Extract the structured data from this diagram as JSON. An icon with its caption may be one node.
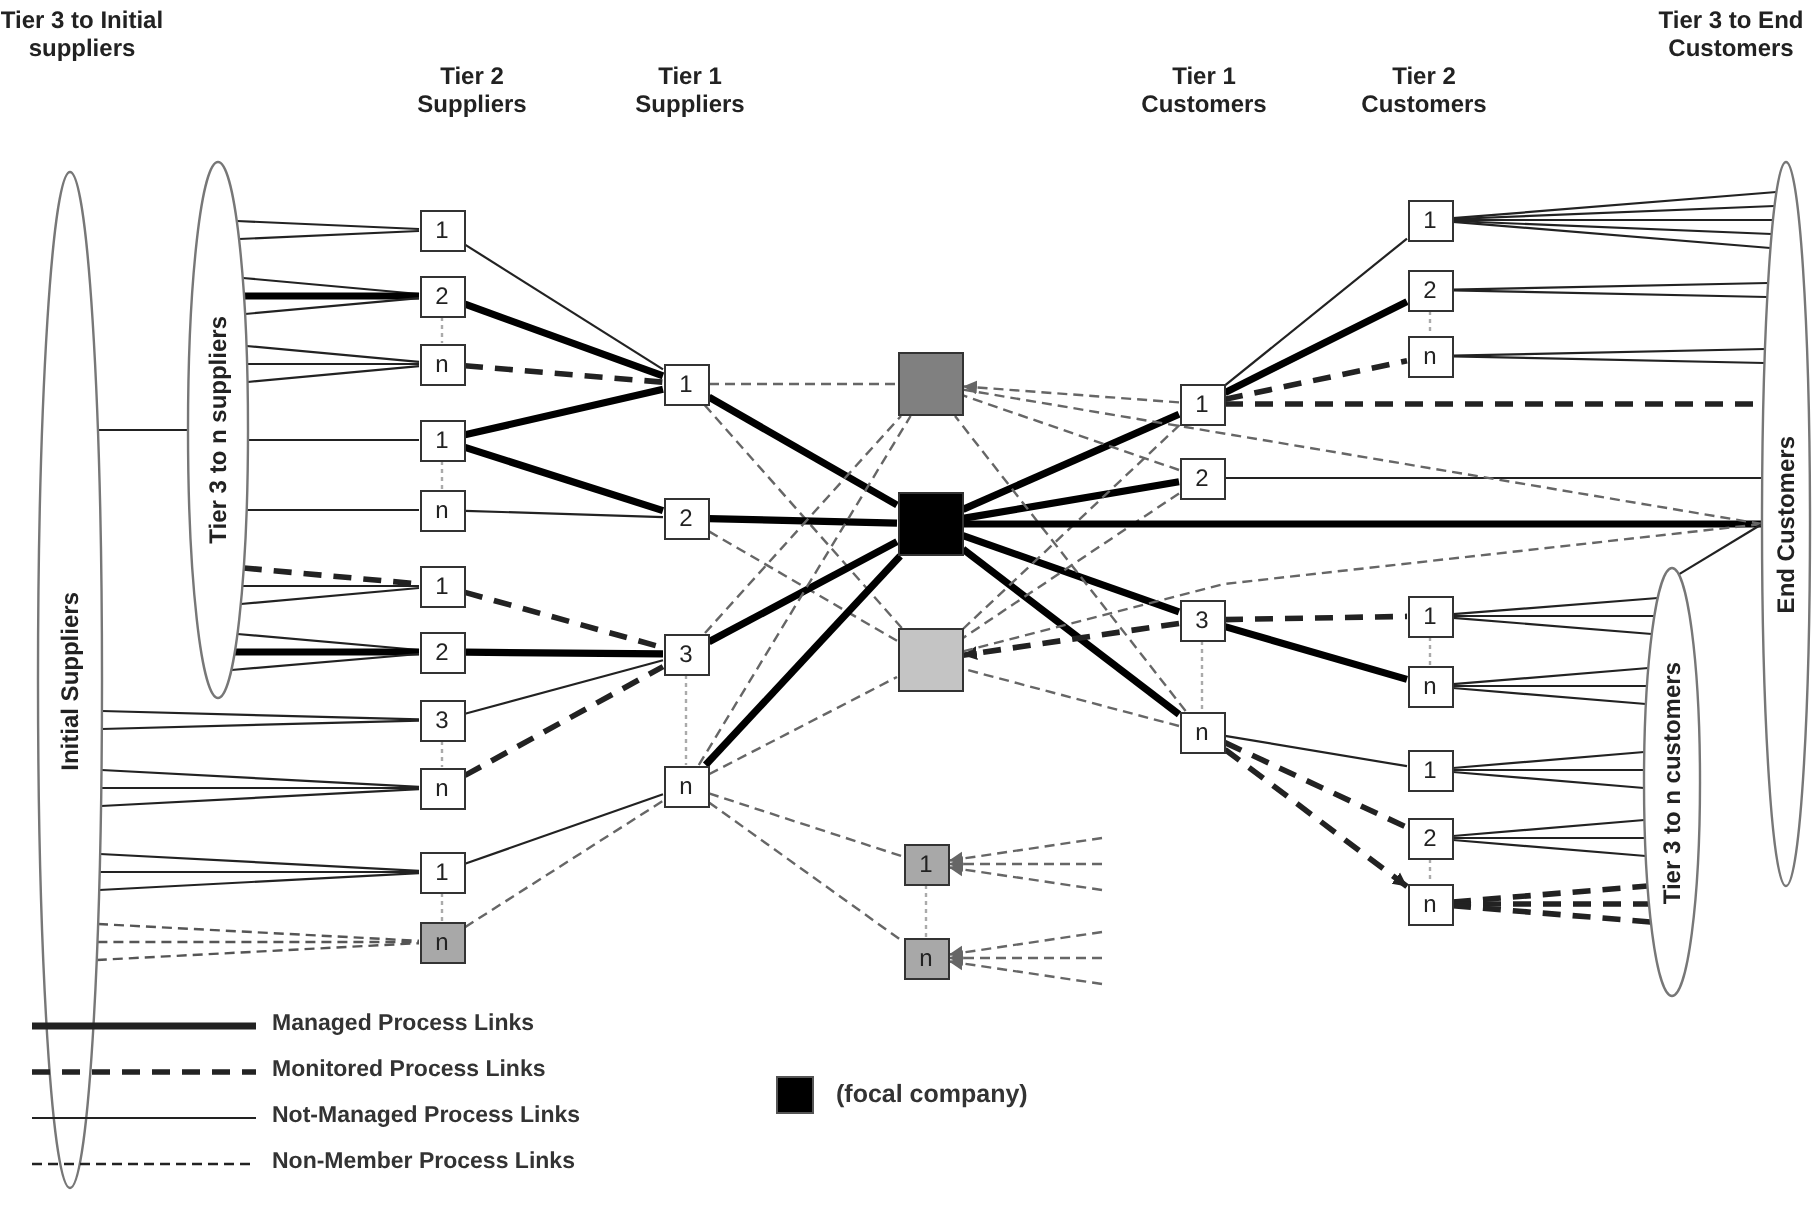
{
  "diagram": {
    "nodes": [
      {
        "text": [
          "Initial Suppliers"
        ]
      },
      {
        "text": [
          "Tier 3 to n suppliers"
        ]
      },
      {
        "text": [
          "1"
        ]
      },
      {
        "text": [
          "2"
        ]
      },
      {
        "text": [
          "n"
        ]
      },
      {
        "text": [
          "1"
        ]
      },
      {
        "text": [
          "n"
        ]
      },
      {
        "text": [
          "1"
        ]
      },
      {
        "text": [
          "2"
        ]
      },
      {
        "text": [
          "3"
        ]
      },
      {
        "text": [
          "n"
        ]
      },
      {
        "text": [
          "1"
        ]
      },
      {
        "text": [
          "n"
        ]
      },
      {
        "text": [
          "1"
        ]
      },
      {
        "text": [
          "2"
        ]
      },
      {
        "text": [
          "3"
        ]
      },
      {
        "text": [
          "n"
        ]
      },
      {
        "text": [],
        "shape": "box"
      },
      {
        "text": [],
        "shape": "box"
      },
      {
        "text": [],
        "shape": "box"
      },
      {
        "text": [
          "1"
        ]
      },
      {
        "text": [
          "2"
        ]
      },
      {
        "text": [
          "3"
        ]
      },
      {
        "text": [
          "n"
        ]
      },
      {
        "text": [
          "1"
        ]
      },
      {
        "text": [
          "2"
        ]
      },
      {
        "text": [
          "n"
        ]
      },
      {
        "text": [
          "1"
        ]
      },
      {
        "text": [
          "n"
        ]
      },
      {
        "text": [
          "1"
        ]
      },
      {
        "text": [
          "2"
        ]
      },
      {
        "text": [
          "n"
        ]
      },
      {
        "text": [
          "Tier 3 to n customers"
        ]
      },
      {
        "text": [
          "End Customers"
        ]
      },
      {
        "text": [
          "1"
        ]
      },
      {
        "text": [
          "n"
        ]
      }
    ],
    "edges": [
      {
        "from": 1,
        "to": 2,
        "arrow": "none"
      },
      {
        "from": 1,
        "to": 2,
        "arrow": "none"
      },
      {
        "from": 1,
        "to": 3,
        "arrow": "none"
      },
      {
        "from": 1,
        "to": 3,
        "arrow": "none",
        "style": "thick"
      },
      {
        "from": 1,
        "to": 3,
        "arrow": "none"
      },
      {
        "from": 1,
        "to": 4,
        "arrow": "none"
      },
      {
        "from": 1,
        "to": 4,
        "arrow": "none"
      },
      {
        "from": 1,
        "to": 4,
        "arrow": "none"
      },
      {
        "from": 1,
        "to": 5,
        "arrow": "none"
      },
      {
        "from": 1,
        "to": 6,
        "arrow": "none"
      },
      {
        "from": 1,
        "to": 7,
        "arrow": "none",
        "style": "dashed"
      },
      {
        "from": 1,
        "to": 7,
        "arrow": "none"
      },
      {
        "from": 1,
        "to": 7,
        "arrow": "none"
      },
      {
        "from": 1,
        "to": 8,
        "arrow": "none"
      },
      {
        "from": 1,
        "to": 8,
        "arrow": "none",
        "style": "thick"
      },
      {
        "from": 1,
        "to": 8,
        "arrow": "none"
      },
      {
        "from": 0,
        "to": 9,
        "arrow": "none"
      },
      {
        "from": 0,
        "to": 9,
        "arrow": "none"
      },
      {
        "from": 0,
        "to": 10,
        "arrow": "none"
      },
      {
        "from": 0,
        "to": 10,
        "arrow": "none"
      },
      {
        "from": 0,
        "to": 10,
        "arrow": "none"
      },
      {
        "from": 0,
        "to": 11,
        "arrow": "none"
      },
      {
        "from": 0,
        "to": 11,
        "arrow": "none"
      },
      {
        "from": 0,
        "to": 11,
        "arrow": "none"
      },
      {
        "from": 0,
        "to": 12,
        "arrow": "none",
        "style": "dashed",
        "color": "#555555"
      },
      {
        "from": 0,
        "to": 12,
        "arrow": "none",
        "style": "dashed",
        "color": "#555555"
      },
      {
        "from": 0,
        "to": 12,
        "arrow": "none",
        "style": "dashed",
        "color": "#555555"
      },
      {
        "from": 0,
        "to": 1,
        "arrow": "none"
      },
      {
        "from": 3,
        "to": 4,
        "arrow": "none",
        "style": "dashed",
        "color": "#aaaaaa"
      },
      {
        "from": 5,
        "to": 6,
        "arrow": "none",
        "style": "dashed",
        "color": "#aaaaaa"
      },
      {
        "from": 9,
        "to": 10,
        "arrow": "none",
        "style": "dashed",
        "color": "#aaaaaa"
      },
      {
        "from": 11,
        "to": 12,
        "arrow": "none",
        "style": "dashed",
        "color": "#aaaaaa"
      },
      {
        "from": 2,
        "to": 13,
        "arrow": "none"
      },
      {
        "from": 3,
        "to": 13,
        "arrow": "none",
        "style": "thick"
      },
      {
        "from": 4,
        "to": 13,
        "arrow": "none",
        "style": "dashed"
      },
      {
        "from": 5,
        "to": 13,
        "arrow": "none",
        "style": "thick"
      },
      {
        "from": 5,
        "to": 14,
        "arrow": "none",
        "style": "thick"
      },
      {
        "from": 6,
        "to": 14,
        "arrow": "none"
      },
      {
        "from": 7,
        "to": 15,
        "arrow": "none",
        "style": "dashed"
      },
      {
        "from": 8,
        "to": 15,
        "arrow": "none",
        "style": "thick"
      },
      {
        "from": 9,
        "to": 15,
        "arrow": "none"
      },
      {
        "from": 10,
        "to": 15,
        "arrow": "none",
        "style": "dashed"
      },
      {
        "from": 11,
        "to": 16,
        "arrow": "none"
      },
      {
        "from": 12,
        "to": 16,
        "arrow": "none",
        "style": "dashed",
        "color": "#666666"
      },
      {
        "from": 15,
        "to": 16,
        "arrow": "none",
        "style": "dashed",
        "color": "#aaaaaa"
      },
      {
        "from": 13,
        "to": 17,
        "arrow": "none",
        "style": "dashed",
        "color": "#666666"
      },
      {
        "from": 13,
        "to": 18,
        "arrow": "none",
        "style": "thick"
      },
      {
        "from": 13,
        "to": 19,
        "arrow": "none",
        "style": "dashed",
        "color": "#666666"
      },
      {
        "from": 14,
        "to": 18,
        "arrow": "none",
        "style": "thick"
      },
      {
        "from": 14,
        "to": 19,
        "arrow": "none",
        "style": "dashed",
        "color": "#666666"
      },
      {
        "from": 15,
        "to": 17,
        "arrow": "none",
        "style": "dashed",
        "color": "#666666"
      },
      {
        "from": 15,
        "to": 18,
        "arrow": "none",
        "style": "thick"
      },
      {
        "from": 16,
        "to": 17,
        "arrow": "none",
        "style": "dashed",
        "color": "#666666"
      },
      {
        "from": 16,
        "to": 18,
        "arrow": "none",
        "style": "thick"
      },
      {
        "from": 16,
        "to": 19,
        "arrow": "none",
        "style": "dashed",
        "color": "#666666"
      },
      {
        "from": 16,
        "to": 34,
        "arrow": "none",
        "style": "dashed",
        "color": "#666666"
      },
      {
        "from": 16,
        "to": 35,
        "arrow": "none",
        "style": "dashed",
        "color": "#666666"
      },
      {
        "from": 34,
        "to": 35,
        "arrow": "none",
        "style": "dashed",
        "color": "#aaaaaa"
      },
      {
        "from": null,
        "to": 34,
        "arrow": "to",
        "style": "dashed",
        "color": "#666666"
      },
      {
        "from": null,
        "to": 34,
        "arrow": "to",
        "style": "dashed",
        "color": "#666666"
      },
      {
        "from": null,
        "to": 34,
        "arrow": "to",
        "style": "dashed",
        "color": "#666666"
      },
      {
        "from": null,
        "to": 35,
        "arrow": "to",
        "style": "dashed",
        "color": "#666666"
      },
      {
        "from": null,
        "to": 35,
        "arrow": "to",
        "style": "dashed",
        "color": "#666666"
      },
      {
        "from": null,
        "to": 35,
        "arrow": "to",
        "style": "dashed",
        "color": "#666666"
      },
      {
        "from": 18,
        "to": 20,
        "arrow": "none",
        "style": "thick"
      },
      {
        "from": 18,
        "to": 21,
        "arrow": "none",
        "style": "thick"
      },
      {
        "from": 18,
        "to": 22,
        "arrow": "none",
        "style": "thick"
      },
      {
        "from": 18,
        "to": 23,
        "arrow": "none",
        "style": "thick"
      },
      {
        "from": 20,
        "to": 17,
        "arrow": "to",
        "style": "dashed",
        "color": "#666666"
      },
      {
        "from": 21,
        "to": 17,
        "arrow": "none",
        "style": "dashed",
        "color": "#666666"
      },
      {
        "from": 23,
        "to": 17,
        "arrow": "none",
        "style": "dashed",
        "color": "#666666"
      },
      {
        "from": 20,
        "to": 19,
        "arrow": "none",
        "style": "dashed",
        "color": "#666666"
      },
      {
        "from": 21,
        "to": 19,
        "arrow": "none",
        "style": "dashed",
        "color": "#666666"
      },
      {
        "from": 22,
        "to": 19,
        "arrow": "to",
        "style": "dashed"
      },
      {
        "from": 23,
        "to": 19,
        "arrow": "none",
        "style": "dashed",
        "color": "#666666"
      },
      {
        "from": 22,
        "to": 23,
        "arrow": "none",
        "style": "dashed",
        "color": "#aaaaaa"
      },
      {
        "from": 20,
        "to": 24,
        "arrow": "none"
      },
      {
        "from": 20,
        "to": 25,
        "arrow": "none",
        "style": "thick"
      },
      {
        "from": 20,
        "to": 26,
        "arrow": "none",
        "style": "dashed"
      },
      {
        "from": 22,
        "to": 27,
        "arrow": "none",
        "style": "dashed"
      },
      {
        "from": 22,
        "to": 28,
        "arrow": "none",
        "style": "thick"
      },
      {
        "from": 23,
        "to": 29,
        "arrow": "none"
      },
      {
        "from": 23,
        "to": 30,
        "arrow": "none",
        "style": "dashed"
      },
      {
        "from": 23,
        "to": 31,
        "arrow": "to",
        "style": "dashed"
      },
      {
        "from": 25,
        "to": 26,
        "arrow": "none",
        "style": "dashed",
        "color": "#aaaaaa"
      },
      {
        "from": 27,
        "to": 28,
        "arrow": "none",
        "style": "dashed",
        "color": "#aaaaaa"
      },
      {
        "from": 30,
        "to": 31,
        "arrow": "none",
        "style": "dashed",
        "color": "#aaaaaa"
      },
      {
        "from": 24,
        "to": 33,
        "arrow": "none"
      },
      {
        "from": 24,
        "to": 33,
        "arrow": "none"
      },
      {
        "from": 24,
        "to": 33,
        "arrow": "none"
      },
      {
        "from": 24,
        "to": 33,
        "arrow": "none"
      },
      {
        "from": 24,
        "to": 33,
        "arrow": "none"
      },
      {
        "from": 25,
        "to": 33,
        "arrow": "none"
      },
      {
        "from": 25,
        "to": 33,
        "arrow": "none"
      },
      {
        "from": 26,
        "to": 33,
        "arrow": "none"
      },
      {
        "from": 26,
        "to": 33,
        "arrow": "none"
      },
      {
        "from": 20,
        "to": 33,
        "arrow": "none",
        "style": "dashed"
      },
      {
        "from": 21,
        "to": 33,
        "arrow": "none"
      },
      {
        "from": 18,
        "to": 33,
        "arrow": "none",
        "style": "thick"
      },
      {
        "from": 17,
        "to": 33,
        "arrow": "none",
        "style": "dashed",
        "color": "#666666"
      },
      {
        "from": 19,
        "to": 33,
        "arrow": "none",
        "style": "dashed",
        "color": "#666666"
      },
      {
        "from": 27,
        "to": 32,
        "arrow": "none"
      },
      {
        "from": 27,
        "to": 32,
        "arrow": "none"
      },
      {
        "from": 27,
        "to": 32,
        "arrow": "none"
      },
      {
        "from": 28,
        "to": 32,
        "arrow": "none"
      },
      {
        "from": 28,
        "to": 32,
        "arrow": "none"
      },
      {
        "from": 28,
        "to": 32,
        "arrow": "none"
      },
      {
        "from": 29,
        "to": 32,
        "arrow": "none"
      },
      {
        "from": 29,
        "to": 32,
        "arrow": "none"
      },
      {
        "from": 29,
        "to": 32,
        "arrow": "none"
      },
      {
        "from": 30,
        "to": 32,
        "arrow": "none"
      },
      {
        "from": 30,
        "to": 32,
        "arrow": "none"
      },
      {
        "from": 30,
        "to": 32,
        "arrow": "none"
      },
      {
        "from": 31,
        "to": 32,
        "arrow": "none",
        "style": "dashed"
      },
      {
        "from": 31,
        "to": 32,
        "arrow": "none",
        "style": "dashed"
      },
      {
        "from": 31,
        "to": 32,
        "arrow": "none",
        "style": "dashed"
      },
      {
        "from": 32,
        "to": 33,
        "arrow": "none"
      }
    ],
    "labels": [
      "Tier 3 to Initial suppliers",
      "Tier 2 Suppliers",
      "Tier 1 Suppliers",
      "Tier 1 Customers",
      "Tier 2 Customers",
      "Tier 3 to End Customers"
    ],
    "legend": [
      {
        "text": "Managed Process Links"
      },
      {
        "text": "Monitored Process Links"
      },
      {
        "text": "Not-Managed Process Links"
      },
      {
        "text": "Non-Member Process Links"
      },
      {
        "text": "(focal company)",
        "color": "#000000"
      }
    ]
  }
}
